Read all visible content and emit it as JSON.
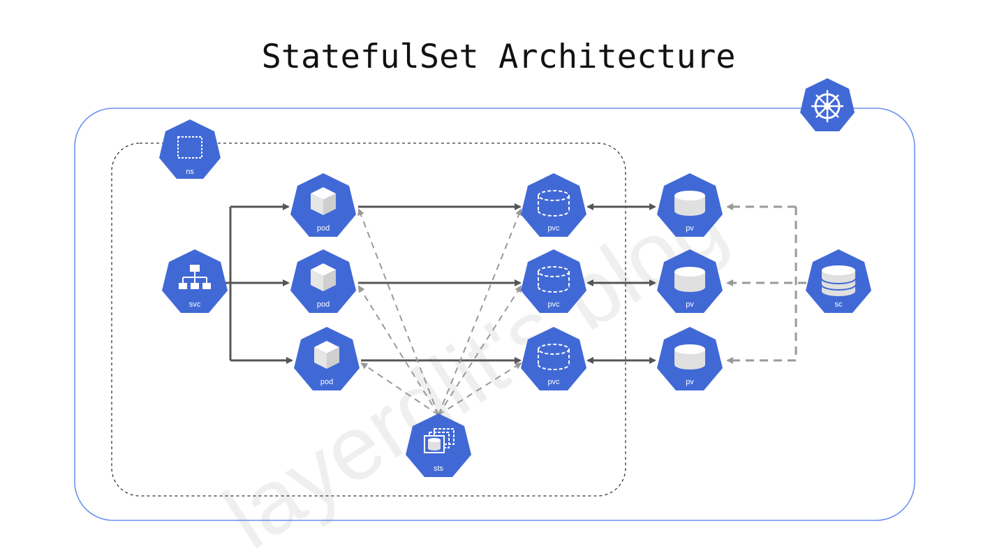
{
  "title": "StatefulSet Architecture",
  "watermark": "layerdlit's blog",
  "colors": {
    "node_fill": "#4169d6",
    "cluster_border": "#6a8ff0",
    "arrow_solid": "#555555",
    "arrow_dashed": "#999999",
    "namespace_border": "#333333"
  },
  "nodes": {
    "ns": "ns",
    "svc": "svc",
    "pods": [
      "pod",
      "pod",
      "pod"
    ],
    "pvcs": [
      "pvc",
      "pvc",
      "pvc"
    ],
    "pvs": [
      "pv",
      "pv",
      "pv"
    ],
    "sc": "sc",
    "sts": "sts"
  },
  "icons": {
    "cluster": "kubernetes-helm-icon",
    "ns": "namespace-icon",
    "svc": "service-hierarchy-icon",
    "pod": "cube-icon",
    "pvc": "dashed-cylinder-icon",
    "pv": "cylinder-icon",
    "sc": "stacked-storage-icon",
    "sts": "statefulset-stack-icon"
  }
}
